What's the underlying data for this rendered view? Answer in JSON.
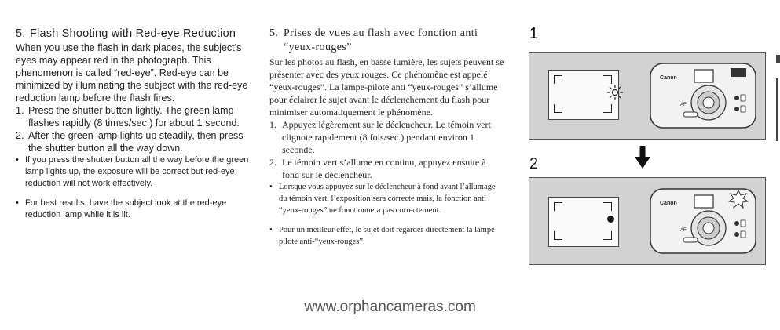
{
  "english": {
    "heading_number": "5.",
    "heading_text": "Flash Shooting with Red-eye Reduction",
    "intro": "When you use the flash in dark places, the subject’s eyes may appear red in the photograph. This phenomenon is called “red-eye”. Red-eye can be minimized by illuminating the subject with the red-eye reduction lamp before the flash fires.",
    "steps": [
      {
        "num": "1.",
        "text": "Press the shutter button lightly. The green lamp flashes rapidly (8 times/sec.) for about 1 second."
      },
      {
        "num": "2.",
        "text": "After the green lamp lights up steadily, then press the shutter button all the way down."
      }
    ],
    "bullets": [
      "If you press the shutter button all the way before the green lamp lights up, the exposure will be correct but red-eye reduction will not work effectively.",
      "For best results, have the subject look at the red-eye reduction lamp while it is lit."
    ]
  },
  "french": {
    "heading_number": "5.",
    "heading_text": "Prises de vues au flash avec fonction anti “yeux-rouges”",
    "intro": "Sur les photos au flash, en basse lumière, les sujets peuvent se présenter avec des yeux rouges. Ce phénomène est appelé “yeux-rouges”. La lampe-pilote anti “yeux-rouges” s’allume pour éclairer le sujet avant le déclenchement du flash pour minimiser automatiquement le phénomène.",
    "steps": [
      {
        "num": "1.",
        "text": "Appuyez légèrement sur le déclencheur. Le témoin vert clignote rapidement (8 fois/sec.) pendant environ 1 seconde."
      },
      {
        "num": "2.",
        "text": "Le témoin vert s’allume en continu, appuyez ensuite à fond sur le déclencheur."
      }
    ],
    "bullets": [
      "Lorsque vous appuyez sur le déclencheur à fond avant l’allumage du témoin vert, l’exposition sera correcte mais, la fonction anti “yeux-rouges” ne fonctionnera pas correctement.",
      "Pour un meilleur effet, le sujet doit regarder directement la lampe pilote anti-“yeux-rouges”."
    ]
  },
  "figure": {
    "label_1": "1",
    "label_2": "2",
    "camera_brand": "Canon",
    "af_label": "AF"
  },
  "bullet_glyph": "•",
  "website": "www.orphancameras.com"
}
